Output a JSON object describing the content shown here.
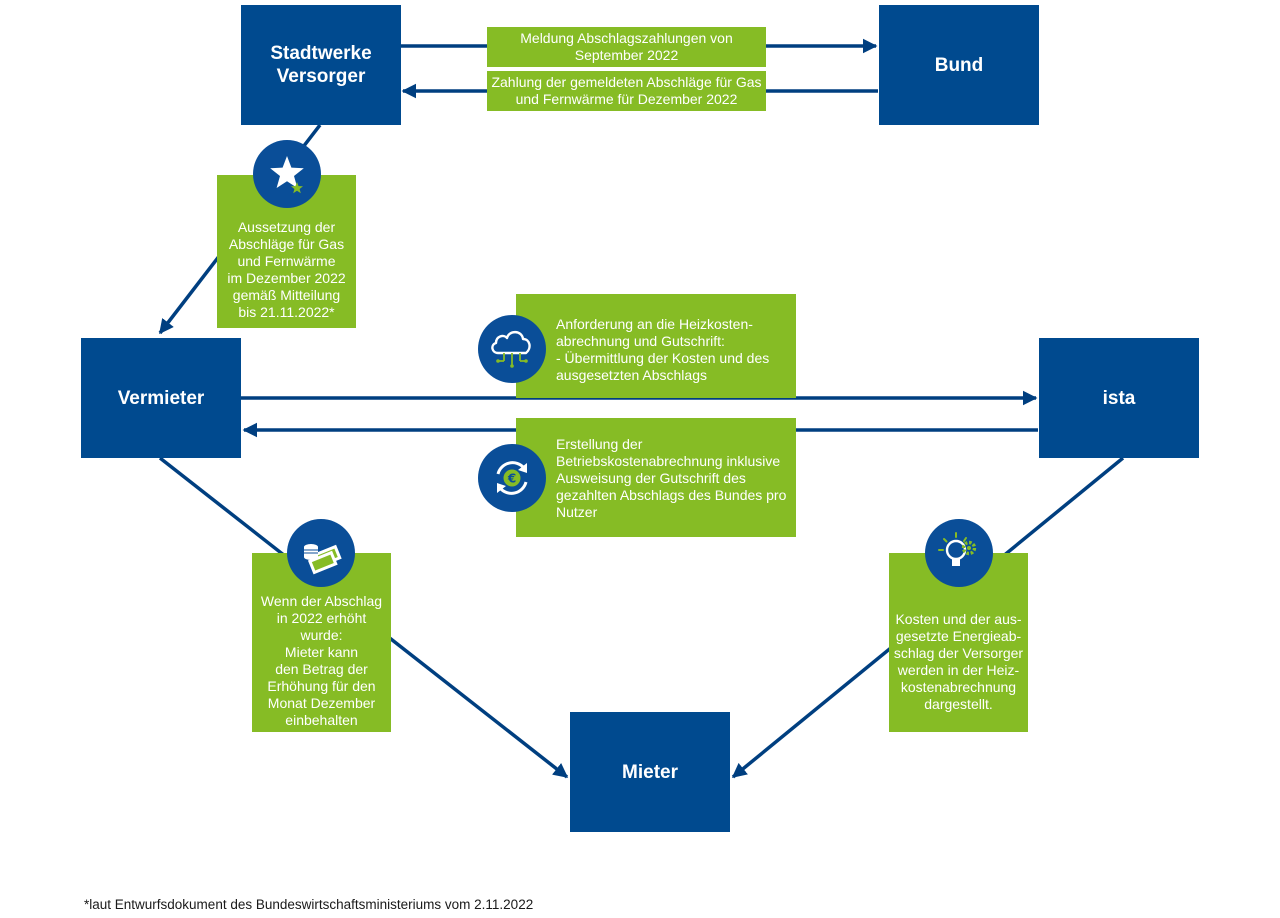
{
  "nodes": {
    "stadtwerke": "Stadtwerke\nVersorger",
    "bund": "Bund",
    "vermieter": "Vermieter",
    "ista": "ista",
    "mieter": "Mieter"
  },
  "labels": {
    "meldung": "Meldung Abschlagszahlungen von\nSeptember 2022",
    "zahlung": "Zahlung der gemeldeten Abschläge für Gas\nund Fernwärme für Dezember 2022",
    "aussetzung": "Aussetzung der\nAbschläge für Gas\nund Fernwärme\nim Dezember 2022\ngemäß Mitteilung\nbis 21.11.2022*",
    "anforderung": "Anforderung an die Heizkosten-\nabrechnung und Gutschrift:\n- Übermittlung der Kosten und des\nausgesetzten Abschlags",
    "erstellung": "Erstellung der\nBetriebskostenabrechnung inklusive\nAusweisung der Gutschrift des\ngezahlten Abschlags des Bundes pro\nNutzer",
    "wenn": "Wenn der Abschlag\nin 2022 erhöht\nwurde:\nMieter kann\nden Betrag der\nErhöhung für den\nMonat Dezember\neinbehalten",
    "kosten": "Kosten und der aus-\ngesetzte Energieab-\nschlag der Versorger\nwerden in der Heiz-\nkostenabrechnung\ndargestellt."
  },
  "icons": {
    "aussetzung": "star-icon",
    "anforderung": "cloud-icon",
    "erstellung": "euro-cycle-icon",
    "wenn": "money-coins-icon",
    "kosten": "lightbulb-gear-icon"
  },
  "footnote": "*laut Entwurfsdokument des Bundeswirtschaftsministeriums vom 2.11.2022",
  "colors": {
    "node_blue": "#004a8f",
    "label_green": "#86bc25",
    "connector_blue": "#003f80",
    "icon_circle": "#0a4e98"
  }
}
